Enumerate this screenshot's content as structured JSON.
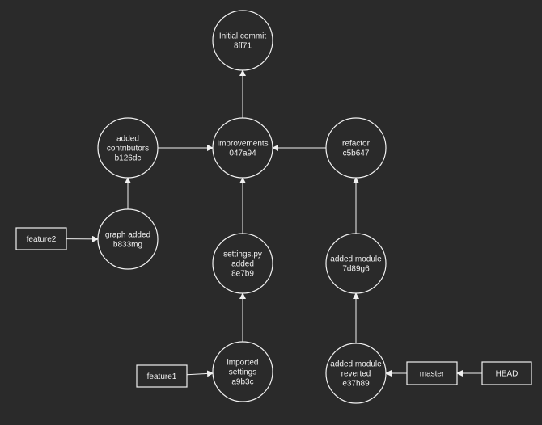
{
  "colors": {
    "background": "#2a2a2a",
    "stroke": "#f0f0f0",
    "text": "#f0f0f0"
  },
  "commits": [
    {
      "id": "initial",
      "lines": [
        "Initial commit",
        "8ff71"
      ]
    },
    {
      "id": "improvements",
      "lines": [
        "Improvements",
        "047a94"
      ]
    },
    {
      "id": "contributors",
      "lines": [
        "added",
        "contributors",
        "b126dc"
      ]
    },
    {
      "id": "refactor",
      "lines": [
        "refactor",
        "c5b647"
      ]
    },
    {
      "id": "graph",
      "lines": [
        "graph added",
        "b833mg"
      ]
    },
    {
      "id": "settings",
      "lines": [
        "settings.py",
        "added",
        "8e7b9"
      ]
    },
    {
      "id": "module",
      "lines": [
        "added module",
        "7d89g6"
      ]
    },
    {
      "id": "imported",
      "lines": [
        "imported",
        "settings",
        "a9b3c"
      ]
    },
    {
      "id": "reverted",
      "lines": [
        "added module",
        "reverted",
        "e37h89"
      ]
    }
  ],
  "refs": [
    {
      "id": "feature2",
      "label": "feature2"
    },
    {
      "id": "feature1",
      "label": "feature1"
    },
    {
      "id": "master",
      "label": "master"
    },
    {
      "id": "head",
      "label": "HEAD"
    }
  ],
  "edges": [
    {
      "from": "improvements",
      "to": "initial"
    },
    {
      "from": "contributors",
      "to": "improvements"
    },
    {
      "from": "refactor",
      "to": "improvements"
    },
    {
      "from": "graph",
      "to": "contributors"
    },
    {
      "from": "settings",
      "to": "improvements"
    },
    {
      "from": "module",
      "to": "refactor"
    },
    {
      "from": "imported",
      "to": "settings"
    },
    {
      "from": "reverted",
      "to": "module"
    },
    {
      "from": "feature2",
      "to": "graph"
    },
    {
      "from": "feature1",
      "to": "imported"
    },
    {
      "from": "master",
      "to": "reverted"
    },
    {
      "from": "head",
      "to": "master"
    }
  ]
}
